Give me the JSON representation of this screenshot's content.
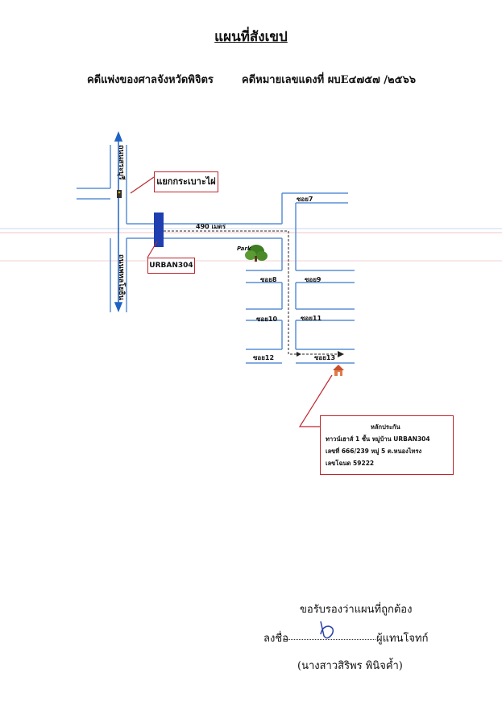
{
  "header": {
    "title": "แผนที่สังเขป",
    "court": "คดีแพ่งของศาลจังหวัดพิจิตร",
    "case_number": "คดีหมายเลขแดงที่  ผบE๔๗๕๗ /๒๕๖๖"
  },
  "map": {
    "roads": {
      "vertical_top": "ถนนสระบุรี",
      "vertical_bottom": "ถนนพหลโยธิน"
    },
    "distance_label": "490 เมตร",
    "soi_labels": [
      "ซอย7",
      "ซอย8",
      "ซอย9",
      "ซอย10",
      "ซอย11",
      "ซอย12",
      "ซอย13"
    ],
    "park_label": "Park",
    "intersection_callout": "แยกกระเบาะไผ่",
    "entrance_callout": "URBAN304",
    "info_box": {
      "heading": "หลักประกัน",
      "line1": "ทาวน์เฮาส์ 1 ชั้น หมู่บ้าน URBAN304",
      "line2": "เลขที่ 666/239  หมู่ 5  ต.หนองไทรง",
      "line3": "เลขโฉนด  59222"
    },
    "colors": {
      "road": "#5a8fd6",
      "road_arrow": "#1e63c4",
      "callout": "#c0262e",
      "entrance_bar": "#1f3fb0",
      "tree": "#4a8a2a",
      "house": "#c8502a"
    }
  },
  "signature": {
    "certify_text": "ขอรับรองว่าแผนที่ถูกต้อง",
    "sign_label": "ลงชื่อ",
    "role": "ผู้แทนโจทก์",
    "name": "(นางสาวสิริพร พินิจค้ำ)"
  }
}
